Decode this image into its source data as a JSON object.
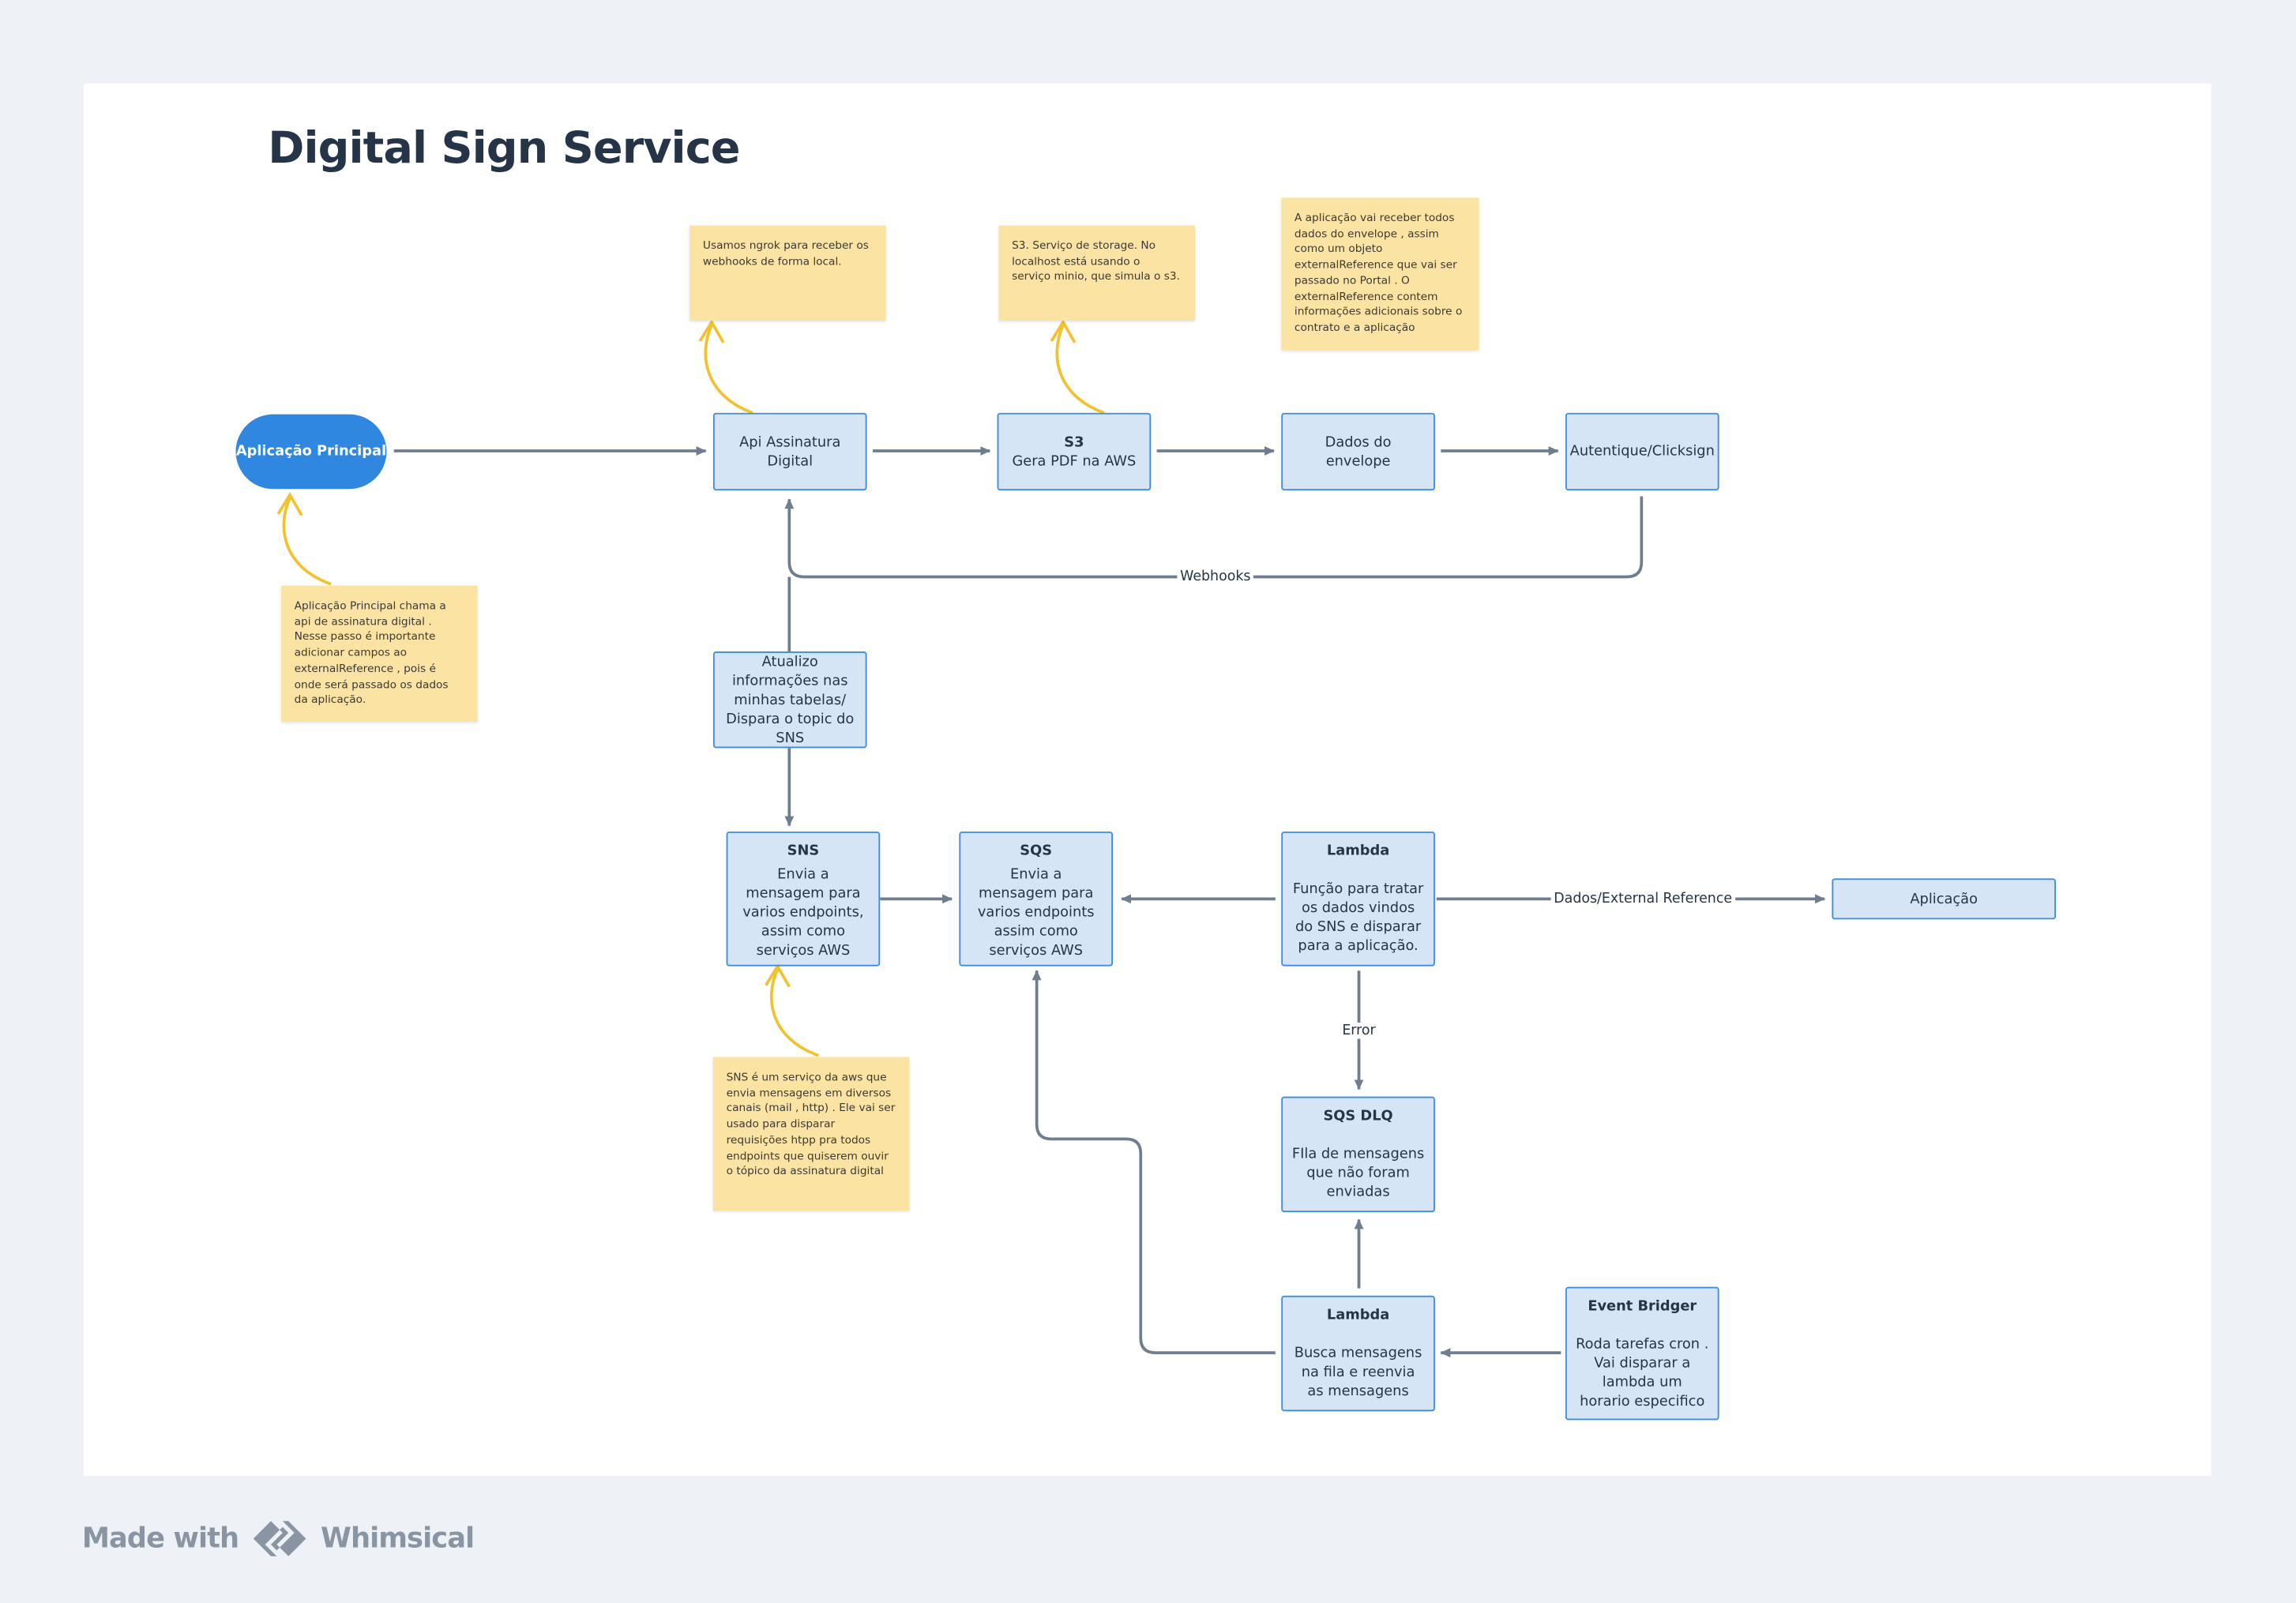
{
  "title": "Digital Sign Service",
  "nodes": {
    "app_principal": "Aplicação Principal",
    "api_assinatura": "Api Assinatura Digital",
    "s3": {
      "title": "S3",
      "text": "Gera PDF na AWS"
    },
    "dados_envelope": "Dados do envelope",
    "autentique": "Autentique/Clicksign",
    "atualizo": "Atualizo informações nas minhas tabelas/ Dispara o topic do SNS",
    "sns": {
      "title": "SNS",
      "text": "Envia a mensagem para varios endpoints, assim como serviços AWS"
    },
    "sqs": {
      "title": "SQS",
      "text": "Envia a mensagem para varios endpoints assim como serviços AWS"
    },
    "lambda1": {
      "title": "Lambda",
      "text": "Função para tratar os dados vindos do SNS e disparar para a aplicação."
    },
    "aplicacao": "Aplicação",
    "sqs_dlq": {
      "title": "SQS DLQ",
      "text": "FIla de mensagens que não foram enviadas"
    },
    "lambda2": {
      "title": "Lambda",
      "text": "Busca mensagens na fila e reenvia as mensagens"
    },
    "event_bridger": {
      "title": "Event Bridger",
      "text": "Roda tarefas cron . Vai disparar a lambda um horario especifico"
    }
  },
  "notes": {
    "ngrok": "Usamos ngrok para receber os webhooks  de forma local.",
    "s3": "S3. Serviço de storage. No localhost está usando o serviço minio, que simula o s3.",
    "envelope": "A aplicação vai receber todos dados do envelope , assim como um objeto externalReference que vai ser passado no Portal . O externalReference contem informações adicionais sobre o contrato e a aplicação",
    "principal": "Aplicação Principal chama a api de assinatura digital . Nesse passo é importante adicionar campos ao externalReference , pois é onde será passado os dados da aplicação.",
    "sns": "SNS é um serviço da aws que envia mensagens em diversos canais (mail , http) . Ele vai ser usado para disparar requisições htpp pra todos endpoints que quiserem ouvir o tópico da assinatura digital"
  },
  "edge_labels": {
    "webhooks": "Webhooks",
    "dados_external": "Dados/External Reference",
    "error": "Error"
  },
  "footer": {
    "made_with": "Made with",
    "brand": "Whimsical"
  },
  "colors": {
    "node_fill": "#d5e5f6",
    "node_border": "#3d8ce0",
    "pill": "#2f87e0",
    "note": "#fbe3a3",
    "connector": "#6f7e8f",
    "note_arrow": "#f2c12e"
  }
}
